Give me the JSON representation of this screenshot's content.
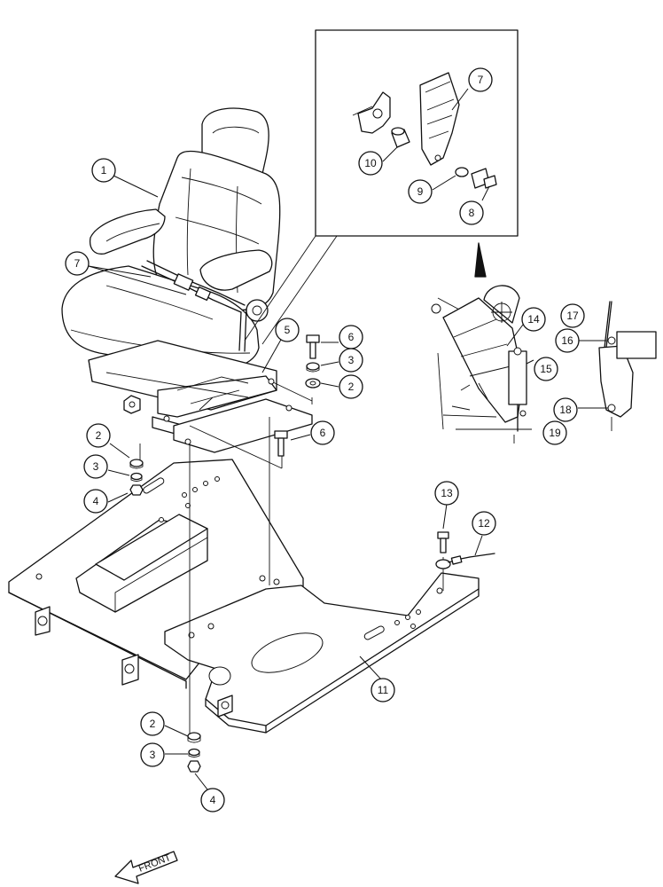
{
  "callouts": [
    {
      "id": "c1",
      "label": "1"
    },
    {
      "id": "c7a",
      "label": "7"
    },
    {
      "id": "c5",
      "label": "5"
    },
    {
      "id": "c6a",
      "label": "6"
    },
    {
      "id": "c3a",
      "label": "3"
    },
    {
      "id": "c2a",
      "label": "2"
    },
    {
      "id": "c6b",
      "label": "6"
    },
    {
      "id": "c2b",
      "label": "2"
    },
    {
      "id": "c3b",
      "label": "3"
    },
    {
      "id": "c4a",
      "label": "4"
    },
    {
      "id": "c7b",
      "label": "7"
    },
    {
      "id": "c10",
      "label": "10"
    },
    {
      "id": "c9",
      "label": "9"
    },
    {
      "id": "c8",
      "label": "8"
    },
    {
      "id": "c14",
      "label": "14"
    },
    {
      "id": "c15",
      "label": "15"
    },
    {
      "id": "c17",
      "label": "17"
    },
    {
      "id": "c16",
      "label": "16"
    },
    {
      "id": "c18",
      "label": "18"
    },
    {
      "id": "c19",
      "label": "19"
    },
    {
      "id": "c13",
      "label": "13"
    },
    {
      "id": "c12",
      "label": "12"
    },
    {
      "id": "c11",
      "label": "11"
    },
    {
      "id": "c2c",
      "label": "2"
    },
    {
      "id": "c3c",
      "label": "3"
    },
    {
      "id": "c4b",
      "label": "4"
    }
  ],
  "front_arrow": {
    "label": "FRONT"
  }
}
